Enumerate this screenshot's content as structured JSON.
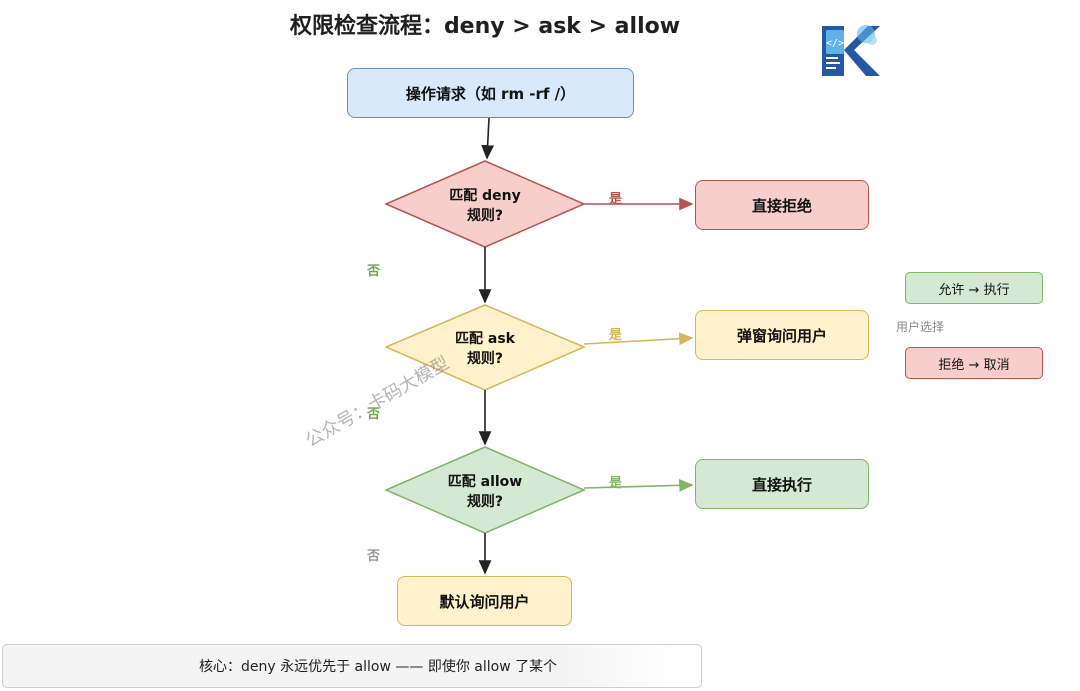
{
  "title": "权限检查流程：deny > ask > allow",
  "logo": {
    "icon": "k-code-logo-icon",
    "colors": [
      "#2457a6",
      "#5fb3e6",
      "#1c3f7a"
    ]
  },
  "nodes": {
    "request": "操作请求（如 rm -rf /）",
    "deny_check_line1": "匹配 deny",
    "deny_check_line2": "规则?",
    "deny_result": "直接拒绝",
    "ask_check_line1": "匹配 ask",
    "ask_check_line2": "规则?",
    "ask_result": "弹窗询问用户",
    "allow_check_line1": "匹配 allow",
    "allow_check_line2": "规则?",
    "allow_result": "直接执行",
    "default_result": "默认询问用户"
  },
  "edges": {
    "yes": "是",
    "no": "否"
  },
  "user_choice": {
    "label": "用户选择",
    "allow_option": "允许 → 执行",
    "deny_option": "拒绝 → 取消"
  },
  "watermark": "公众号：卡码大模型",
  "note": "核心：deny 永远优先于 allow —— 即使你 allow 了某个",
  "colors": {
    "blue_fill": "#dae8fc",
    "red_fill": "#f8cecc",
    "red_edge": "#b85450",
    "yellow_fill": "#fff2cc",
    "yellow_edge": "#d6b656",
    "green_fill": "#d5e8d4",
    "green_edge": "#82b366",
    "no_label": "#6aa84f"
  }
}
